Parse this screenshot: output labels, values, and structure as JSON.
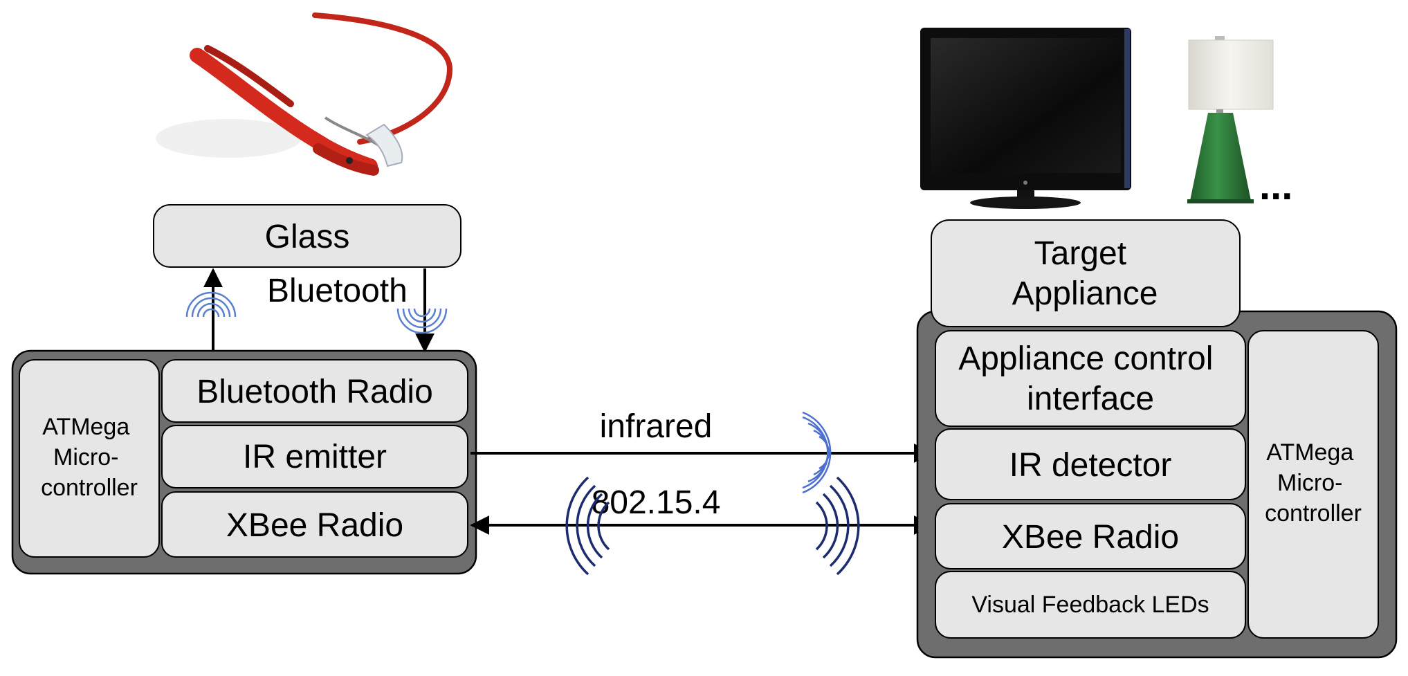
{
  "left_device": {
    "glass_label": "Glass",
    "bluetooth_link_label": "Bluetooth",
    "mcu_lines": [
      "ATMega",
      "Micro-",
      "controller"
    ],
    "modules": [
      "Bluetooth Radio",
      "IR emitter",
      "XBee Radio"
    ]
  },
  "links": {
    "infrared_label": "infrared",
    "xbee_link_label": "802.15.4"
  },
  "right_device": {
    "target_lines": [
      "Target",
      "Appliance"
    ],
    "control_lines": [
      "Appliance control",
      "interface"
    ],
    "ir_detector": "IR detector",
    "xbee": "XBee Radio",
    "leds": "Visual Feedback LEDs",
    "mcu_lines": [
      "ATMega",
      "Micro-",
      "controller"
    ],
    "ellipsis": "..."
  },
  "colors": {
    "box_fill": "#e6e6e6",
    "outer_fill": "#6e6e6e",
    "glass_frame": "#d42a1e",
    "signal_blue": "#5a7fd0",
    "signal_navy": "#1c2a6e",
    "lamp_shade": "#f0efe9",
    "lamp_base": "#2f7a3a",
    "tv_body": "#0e0e0e"
  }
}
